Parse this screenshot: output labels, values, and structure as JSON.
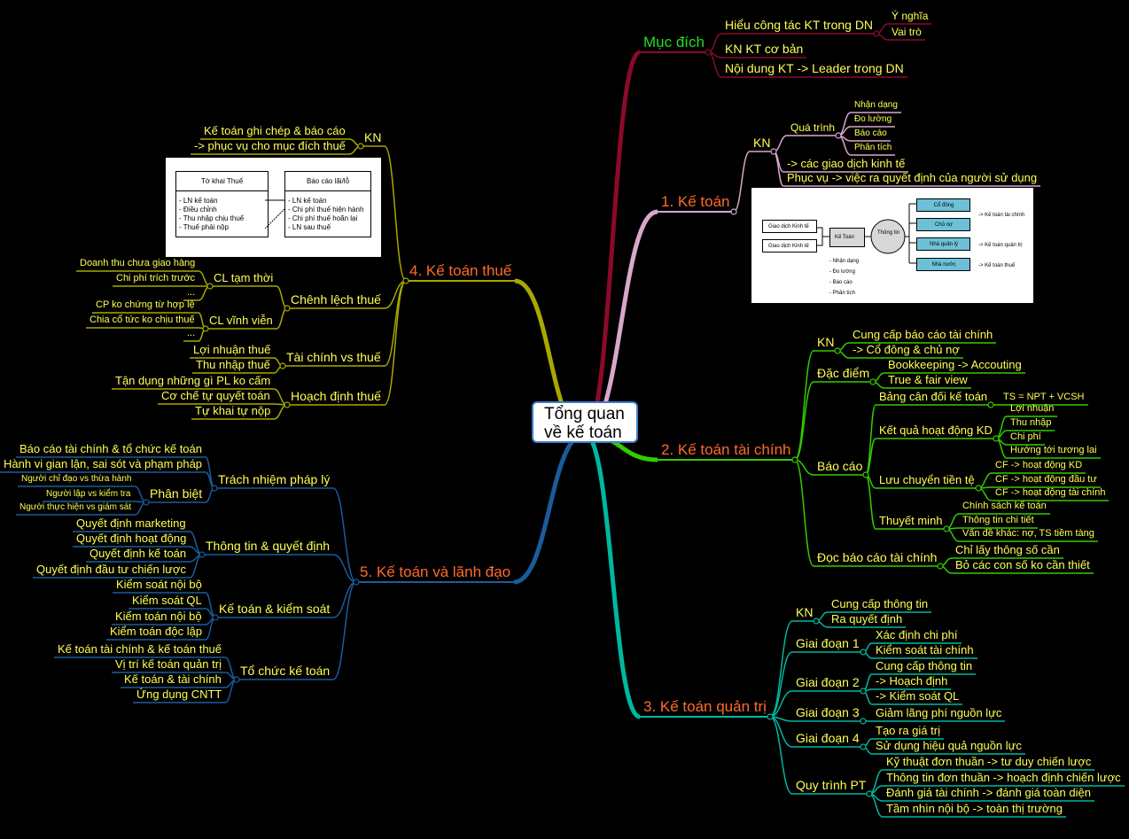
{
  "center": {
    "line1": "Tổng quan",
    "line2": "về kế toán"
  },
  "colors": {
    "mucdich": "#8a0a2a",
    "ketoan": "#d8a8cc",
    "kttc": "#33cc00",
    "ktqt": "#00b8a0",
    "thue": "#a8a800",
    "lanhdao": "#1a5c9c",
    "main_text": "#ff6a2a",
    "purpose_text": "#22dd22",
    "leaf_text": "#ffff55"
  },
  "nodes": [
    {
      "id": "md",
      "text": "Mục đích",
      "parent": "root"
    },
    {
      "id": "md1",
      "text": "Hiểu công tác KT trong DN",
      "parent": "md"
    },
    {
      "id": "md1a",
      "text": "Ý nghĩa",
      "parent": "md1"
    },
    {
      "id": "md1b",
      "text": "Vai trò",
      "parent": "md1"
    },
    {
      "id": "md2",
      "text": "KN KT cơ bản",
      "parent": "md"
    },
    {
      "id": "md3",
      "text": "Nội dung KT -> Leader trong DN",
      "parent": "md"
    },
    {
      "id": "kt",
      "text": "1. Kế toán",
      "parent": "root"
    },
    {
      "id": "kt1",
      "text": "KN",
      "parent": "kt"
    },
    {
      "id": "kt1a",
      "text": "Quá trình",
      "parent": "kt1"
    },
    {
      "id": "kt1a1",
      "text": "Nhận dạng",
      "parent": "kt1a"
    },
    {
      "id": "kt1a2",
      "text": "Đo lường",
      "parent": "kt1a"
    },
    {
      "id": "kt1a3",
      "text": "Báo cáo",
      "parent": "kt1a"
    },
    {
      "id": "kt1a4",
      "text": "Phân tích",
      "parent": "kt1a"
    },
    {
      "id": "kt1b",
      "text": "-> các giao dịch kinh tế",
      "parent": "kt1"
    },
    {
      "id": "kt1c",
      "text": "Phục vụ -> việc ra quyết định của người sử dụng",
      "parent": "kt1"
    },
    {
      "id": "tc",
      "text": "2. Kế toán tài chính",
      "parent": "root"
    },
    {
      "id": "tc1",
      "text": "KN",
      "parent": "tc"
    },
    {
      "id": "tc1a",
      "text": "Cung cấp báo cáo tài chính",
      "parent": "tc1"
    },
    {
      "id": "tc1b",
      "text": "-> Cổ đông & chủ nợ",
      "parent": "tc1"
    },
    {
      "id": "tc2",
      "text": "Đặc điểm",
      "parent": "tc"
    },
    {
      "id": "tc2a",
      "text": "Bookkeeping -> Accouting",
      "parent": "tc2"
    },
    {
      "id": "tc2b",
      "text": "True & fair view",
      "parent": "tc2"
    },
    {
      "id": "tc3",
      "text": "Báo cáo",
      "parent": "tc"
    },
    {
      "id": "tc3a",
      "text": "Bảng cân đối kế toán",
      "parent": "tc3"
    },
    {
      "id": "tc3a1",
      "text": "TS = NPT + VCSH",
      "parent": "tc3a"
    },
    {
      "id": "tc3b",
      "text": "Kết quả hoạt động KD",
      "parent": "tc3"
    },
    {
      "id": "tc3b1",
      "text": "Lợi nhuận",
      "parent": "tc3b"
    },
    {
      "id": "tc3b2",
      "text": "Thu nhập",
      "parent": "tc3b"
    },
    {
      "id": "tc3b3",
      "text": "Chi phí",
      "parent": "tc3b"
    },
    {
      "id": "tc3b4",
      "text": "Hướng tới tương lai",
      "parent": "tc3b"
    },
    {
      "id": "tc3c",
      "text": "Lưu chuyển tiền tệ",
      "parent": "tc3"
    },
    {
      "id": "tc3c1",
      "text": "CF -> hoạt động KD",
      "parent": "tc3c"
    },
    {
      "id": "tc3c2",
      "text": "CF -> hoạt động đầu tư",
      "parent": "tc3c"
    },
    {
      "id": "tc3c3",
      "text": "CF -> hoạt động tài chính",
      "parent": "tc3c"
    },
    {
      "id": "tc3d",
      "text": "Thuyết minh",
      "parent": "tc3"
    },
    {
      "id": "tc3d1",
      "text": "Chính sách kế toán",
      "parent": "tc3d"
    },
    {
      "id": "tc3d2",
      "text": "Thông tin chi tiết",
      "parent": "tc3d"
    },
    {
      "id": "tc3d3",
      "text": "Vấn đề khác: nợ, TS tiềm tàng",
      "parent": "tc3d"
    },
    {
      "id": "tc4",
      "text": "Đọc báo cáo tài chính",
      "parent": "tc"
    },
    {
      "id": "tc4a",
      "text": "Chỉ lấy thông số cần",
      "parent": "tc4"
    },
    {
      "id": "tc4b",
      "text": "Bỏ các con số ko cần thiết",
      "parent": "tc4"
    },
    {
      "id": "qt",
      "text": "3. Kế toán quản trị",
      "parent": "root"
    },
    {
      "id": "qt1",
      "text": "KN",
      "parent": "qt"
    },
    {
      "id": "qt1a",
      "text": "Cung cấp thông tin",
      "parent": "qt1"
    },
    {
      "id": "qt1b",
      "text": "Ra quyết định",
      "parent": "qt1"
    },
    {
      "id": "qt2",
      "text": "Giai đoạn 1",
      "parent": "qt"
    },
    {
      "id": "qt2a",
      "text": "Xác định chi phí",
      "parent": "qt2"
    },
    {
      "id": "qt2b",
      "text": "Kiểm soát tài chính",
      "parent": "qt2"
    },
    {
      "id": "qt3",
      "text": "Giai đoạn 2",
      "parent": "qt"
    },
    {
      "id": "qt3a",
      "text": "Cung cấp thông tin",
      "parent": "qt3"
    },
    {
      "id": "qt3b",
      "text": "-> Hoạch định",
      "parent": "qt3"
    },
    {
      "id": "qt3c",
      "text": "-> Kiểm soát QL",
      "parent": "qt3"
    },
    {
      "id": "qt4",
      "text": "Giai đoạn 3",
      "parent": "qt"
    },
    {
      "id": "qt4a",
      "text": "Giảm lãng phí nguồn lực",
      "parent": "qt4"
    },
    {
      "id": "qt5",
      "text": "Giai đoạn 4",
      "parent": "qt"
    },
    {
      "id": "qt5a",
      "text": "Tạo ra giá trị",
      "parent": "qt5"
    },
    {
      "id": "qt5b",
      "text": "Sử dụng hiệu quả nguồn lực",
      "parent": "qt5"
    },
    {
      "id": "qt6",
      "text": "Quy trình PT",
      "parent": "qt"
    },
    {
      "id": "qt6a",
      "text": "Kỹ thuật đơn thuần -> tư duy chiến lược",
      "parent": "qt6"
    },
    {
      "id": "qt6b",
      "text": "Thông tin đơn thuần -> hoạch định chiến lược",
      "parent": "qt6"
    },
    {
      "id": "qt6c",
      "text": "Đánh giá tài chính -> đánh giá toàn diện",
      "parent": "qt6"
    },
    {
      "id": "qt6d",
      "text": "Tầm nhìn nội bộ -> toàn thị trường",
      "parent": "qt6"
    },
    {
      "id": "th",
      "text": "4. Kế toán thuế",
      "parent": "root"
    },
    {
      "id": "th1",
      "text": "KN",
      "parent": "th"
    },
    {
      "id": "th1a",
      "text": "Kế toán ghi chép & báo cáo",
      "parent": "th1"
    },
    {
      "id": "th1b",
      "text": "-> phục vụ cho mục đích thuế",
      "parent": "th1"
    },
    {
      "id": "th2",
      "text": "Chênh lệch thuế",
      "parent": "th"
    },
    {
      "id": "th2a",
      "text": "CL tạm thời",
      "parent": "th2"
    },
    {
      "id": "th2a1",
      "text": "Doanh thu chưa giao hàng",
      "parent": "th2a"
    },
    {
      "id": "th2a2",
      "text": "Chi phí trích trước",
      "parent": "th2a"
    },
    {
      "id": "th2a3",
      "text": "...",
      "parent": "th2a"
    },
    {
      "id": "th2b",
      "text": "CL vĩnh viễn",
      "parent": "th2"
    },
    {
      "id": "th2b1",
      "text": "CP ko chứng từ hợp lệ",
      "parent": "th2b"
    },
    {
      "id": "th2b2",
      "text": "Chia cổ tức ko chịu thuế",
      "parent": "th2b"
    },
    {
      "id": "th2b3",
      "text": "...",
      "parent": "th2b"
    },
    {
      "id": "th3",
      "text": "Tài chính vs thuế",
      "parent": "th"
    },
    {
      "id": "th3a",
      "text": "Lợi nhuận thuế",
      "parent": "th3"
    },
    {
      "id": "th3b",
      "text": "Thu nhập thuế",
      "parent": "th3"
    },
    {
      "id": "th4",
      "text": "Hoạch định thuế",
      "parent": "th"
    },
    {
      "id": "th4a",
      "text": "Tận dụng những gì PL ko cấm",
      "parent": "th4"
    },
    {
      "id": "th4b",
      "text": "Cơ chế tự quyết toán",
      "parent": "th4"
    },
    {
      "id": "th4c",
      "text": "Tự khai tự nộp",
      "parent": "th4"
    },
    {
      "id": "ld",
      "text": "5. Kế toán và lãnh đạo",
      "parent": "root"
    },
    {
      "id": "ld1",
      "text": "Trách nhiệm pháp lý",
      "parent": "ld"
    },
    {
      "id": "ld1a",
      "text": "Báo cáo tài chính & tổ chức kế toán",
      "parent": "ld1"
    },
    {
      "id": "ld1b",
      "text": "Hành vi gian lận, sai sót và phạm pháp",
      "parent": "ld1"
    },
    {
      "id": "ld1c",
      "text": "Phân biệt",
      "parent": "ld1"
    },
    {
      "id": "ld1c1",
      "text": "Người chỉ đạo vs thừa hành",
      "parent": "ld1c"
    },
    {
      "id": "ld1c2",
      "text": "Người lập vs kiểm tra",
      "parent": "ld1c"
    },
    {
      "id": "ld1c3",
      "text": "Người thực hiện vs giám sát",
      "parent": "ld1c"
    },
    {
      "id": "ld2",
      "text": "Thông tin & quyết định",
      "parent": "ld"
    },
    {
      "id": "ld2a",
      "text": "Quyết định marketing",
      "parent": "ld2"
    },
    {
      "id": "ld2b",
      "text": "Quyết định hoạt động",
      "parent": "ld2"
    },
    {
      "id": "ld2c",
      "text": "Quyết định kế toán",
      "parent": "ld2"
    },
    {
      "id": "ld2d",
      "text": "Quyết định đầu tư chiến lược",
      "parent": "ld2"
    },
    {
      "id": "ld3",
      "text": "Kế toán & kiểm soát",
      "parent": "ld"
    },
    {
      "id": "ld3a",
      "text": "Kiểm soát nội bộ",
      "parent": "ld3"
    },
    {
      "id": "ld3b",
      "text": "Kiểm soát QL",
      "parent": "ld3"
    },
    {
      "id": "ld3c",
      "text": "Kiểm toán nội bộ",
      "parent": "ld3"
    },
    {
      "id": "ld3d",
      "text": "Kiểm toán độc lập",
      "parent": "ld3"
    },
    {
      "id": "ld4",
      "text": "Tổ chức kế toán",
      "parent": "ld"
    },
    {
      "id": "ld4a",
      "text": "Kế toán tài chính & kế toán thuế",
      "parent": "ld4"
    },
    {
      "id": "ld4b",
      "text": "Vị trí kế toán quản trị",
      "parent": "ld4"
    },
    {
      "id": "ld4c",
      "text": "Kế toán & tài chính",
      "parent": "ld4"
    },
    {
      "id": "ld4d",
      "text": "Ứng dụng CNTT",
      "parent": "ld4"
    }
  ],
  "tax_image": {
    "left_title": "Tờ khai Thuế",
    "left_items": [
      "LN kế toán",
      "Điều chỉnh",
      "Thu nhập chịu thuế",
      "Thuế phải nộp"
    ],
    "right_title": "Báo cáo lãi/lỗ",
    "right_items": [
      "LN kế toán",
      "Chi phí thuế hiện hành",
      "Chi phí thuế hoãn lại",
      "LN sau thuế"
    ]
  },
  "acc_image": {
    "inputs": [
      "Giao dịch Kinh tế",
      "Giao dịch Kinh tế"
    ],
    "process": "Kế Toán",
    "info": "Thông tin",
    "steps": [
      "- Nhận dạng",
      "- Đo lường",
      "- Báo cáo",
      "- Phân tích"
    ],
    "users": [
      "Cổ đông",
      "Chủ nợ",
      "Nhà quản lý",
      "Nhà nước"
    ],
    "outputs": [
      "-> Kế toán tài chính",
      "-> Kế toán quản trị",
      "-> Kế toán thuế"
    ]
  }
}
